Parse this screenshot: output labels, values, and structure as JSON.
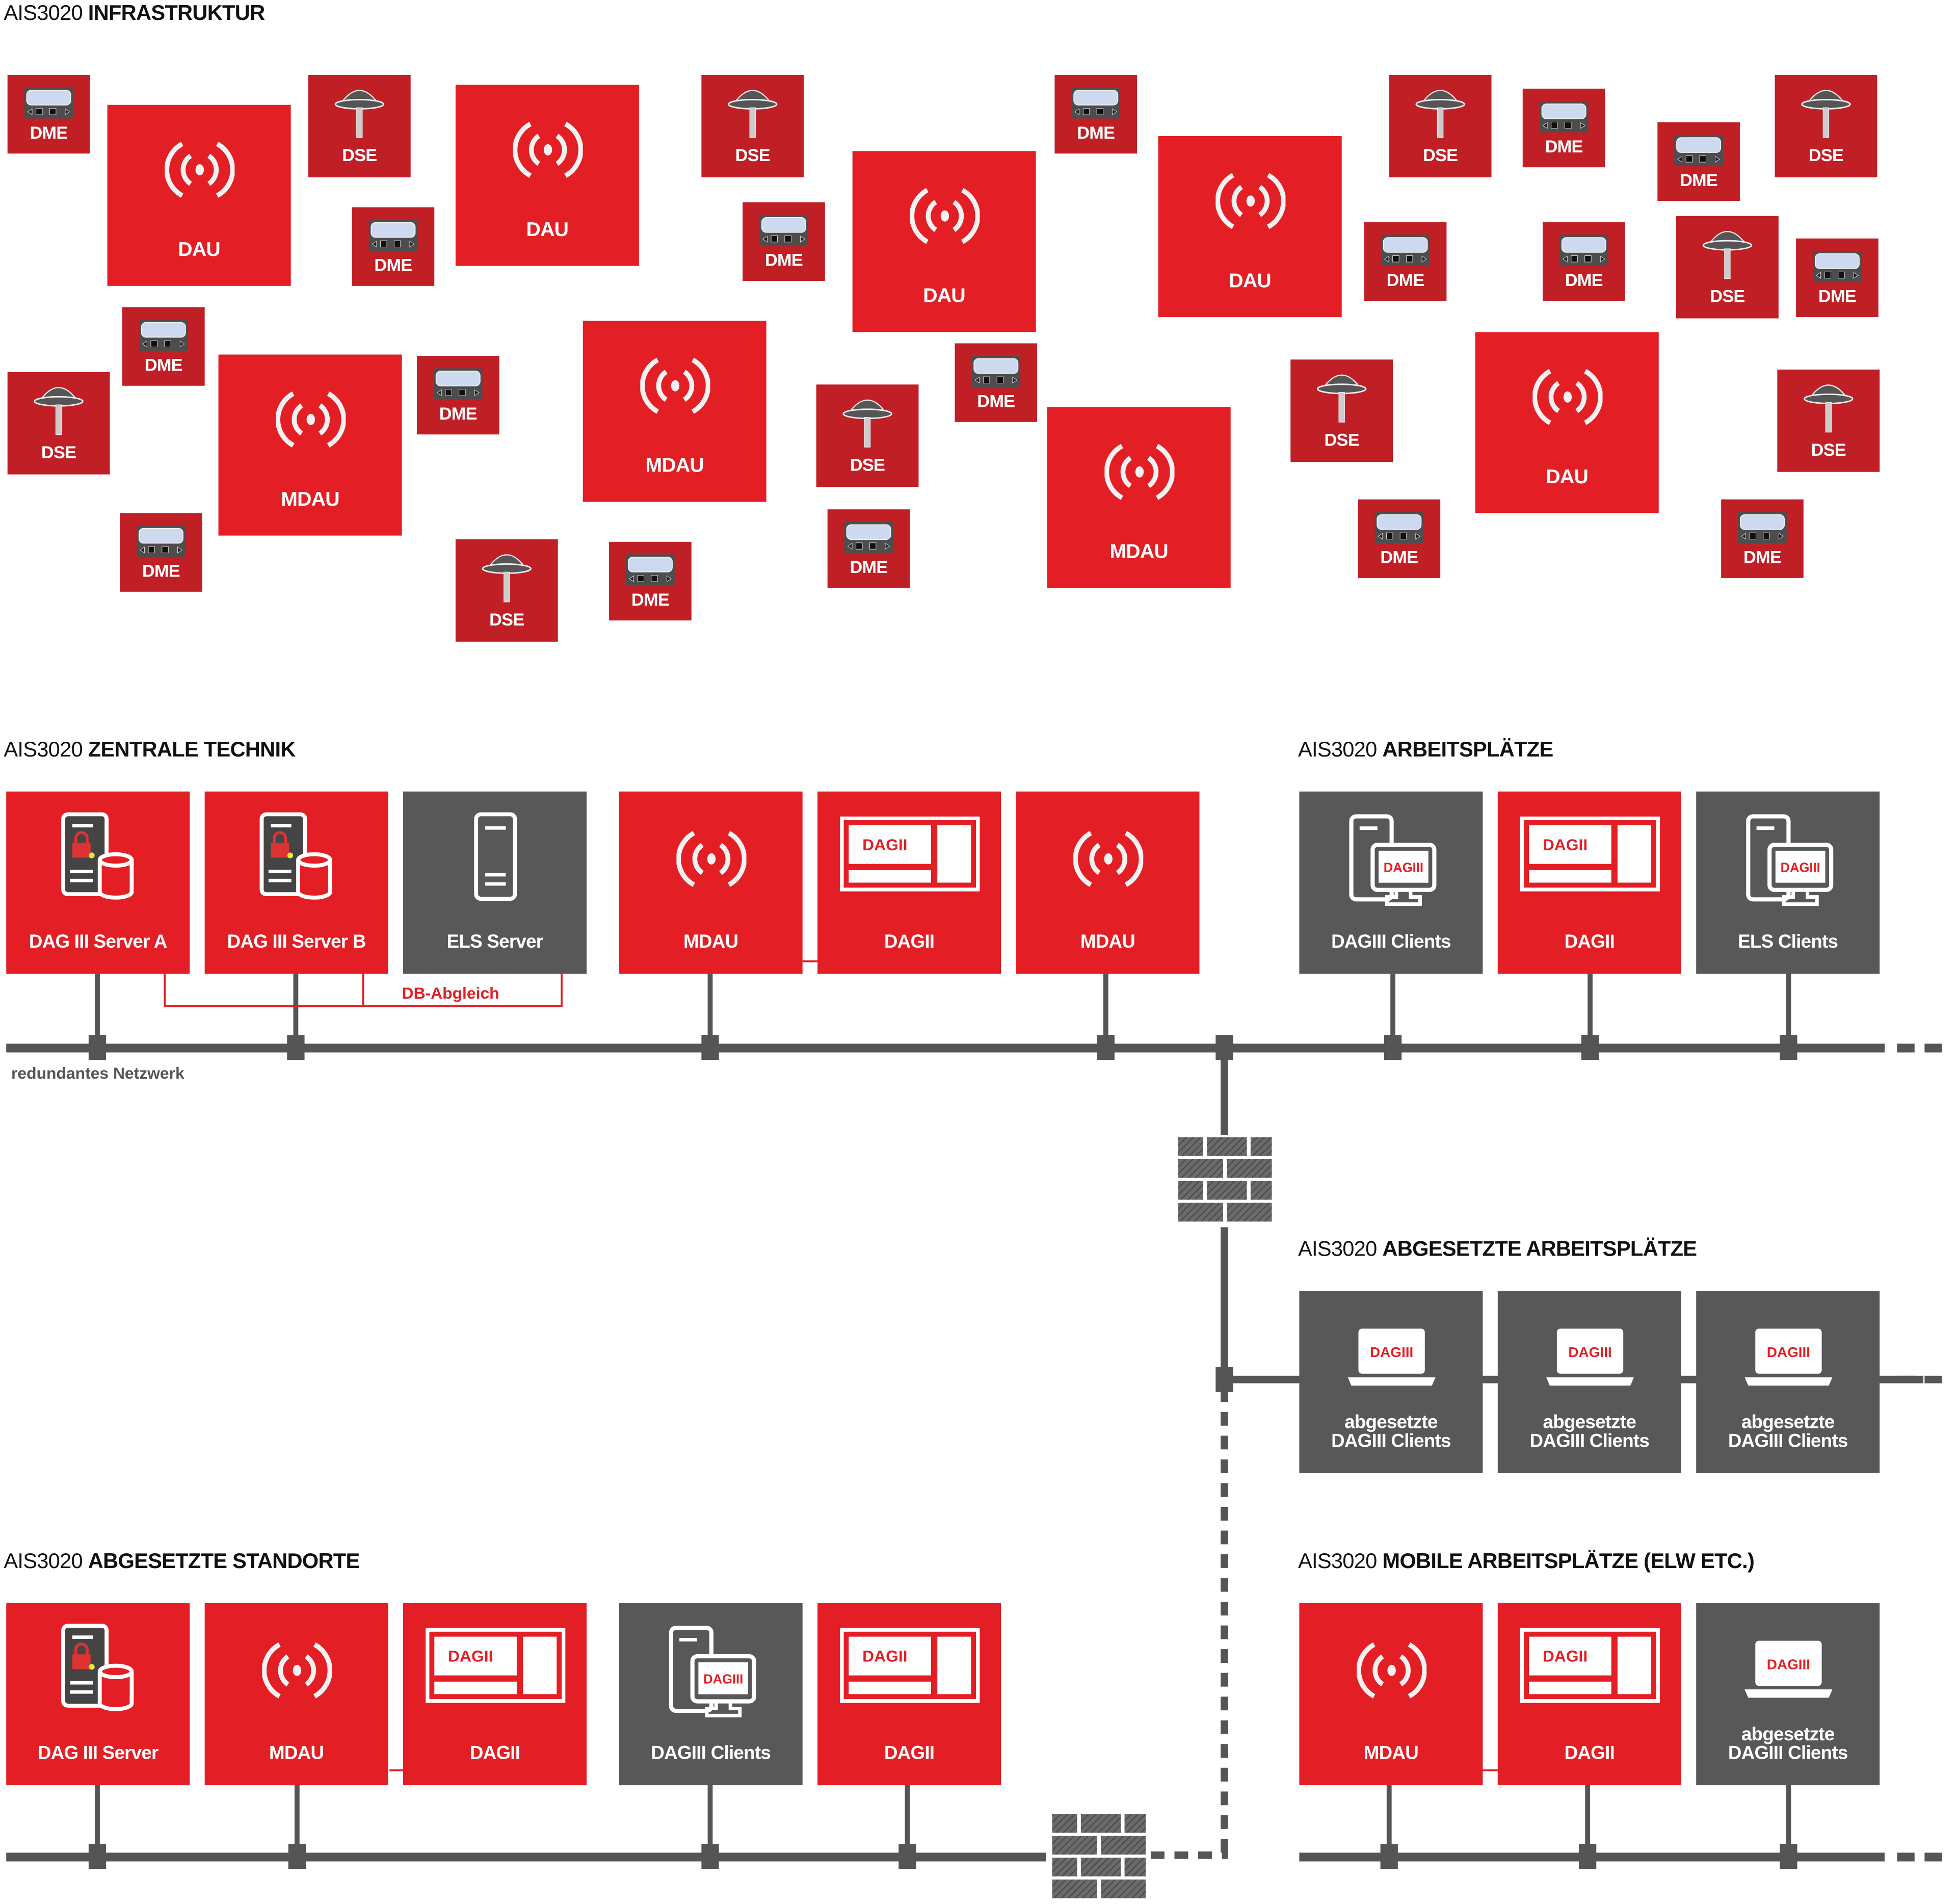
{
  "colors": {
    "red": "#e31e24",
    "dark_red": "#c11f26",
    "gray": "#585858",
    "line": "#555555"
  },
  "headers": {
    "prefix": "AIS3020",
    "infrastruktur": "INFRASTRUKTUR",
    "zentrale": "ZENTRALE TECHNIK",
    "arbeitsplaetze": "ARBEITSPLÄTZE",
    "abgesetzte_arbeitsplaetze": "ABGESETZTE ARBEITSPLÄTZE",
    "abgesetzte_standorte": "ABGESETZTE STANDORTE",
    "mobile": "MOBILE ARBEITSPLÄTZE (ELW ETC.)"
  },
  "infrastructure": [
    "DME",
    "DAU",
    "DSE",
    "DME",
    "DAU",
    "DSE",
    "DME",
    "DME",
    "DAU",
    "DAU",
    "DSE",
    "DME",
    "DME",
    "DSE",
    "DME",
    "DME",
    "DSE",
    "DME",
    "DME",
    "DSE",
    "MDAU",
    "DME",
    "MDAU",
    "DSE",
    "DME",
    "MDAU",
    "DSE",
    "DAU",
    "DSE",
    "DME",
    "DSE",
    "DME",
    "DME",
    "DME",
    "DME"
  ],
  "zentrale": [
    {
      "label": "DAG III Server A"
    },
    {
      "label": "DAG III Server B"
    },
    {
      "label": "ELS Server"
    },
    {
      "label": "MDAU"
    },
    {
      "label": "DAGII",
      "icon_text": "DAGII"
    },
    {
      "label": "MDAU"
    }
  ],
  "arbeitsplaetze": [
    {
      "label": "DAGIII Clients",
      "icon_text": "DAGIII"
    },
    {
      "label": "DAGII",
      "icon_text": "DAGII"
    },
    {
      "label": "ELS Clients",
      "icon_text": "DAGIII"
    }
  ],
  "abgesetzte_arbeitsplaetze": [
    {
      "label": "abgesetzte\nDAGIII Clients",
      "icon_text": "DAGIII"
    },
    {
      "label": "abgesetzte\nDAGIII Clients",
      "icon_text": "DAGIII"
    },
    {
      "label": "abgesetzte\nDAGIII Clients",
      "icon_text": "DAGIII"
    }
  ],
  "abgesetzte_standorte": [
    {
      "label": "DAG III Server"
    },
    {
      "label": "MDAU"
    },
    {
      "label": "DAGII",
      "icon_text": "DAGII"
    },
    {
      "label": "DAGIII Clients",
      "icon_text": "DAGIII"
    },
    {
      "label": "DAGII",
      "icon_text": "DAGII"
    }
  ],
  "mobile": [
    {
      "label": "MDAU"
    },
    {
      "label": "DAGII",
      "icon_text": "DAGII"
    },
    {
      "label": "abgesetzte\nDAGIII Clients",
      "icon_text": "DAGIII"
    }
  ],
  "db_sync_label": "DB-Abgleich",
  "network_label": "redundantes Netzwerk"
}
